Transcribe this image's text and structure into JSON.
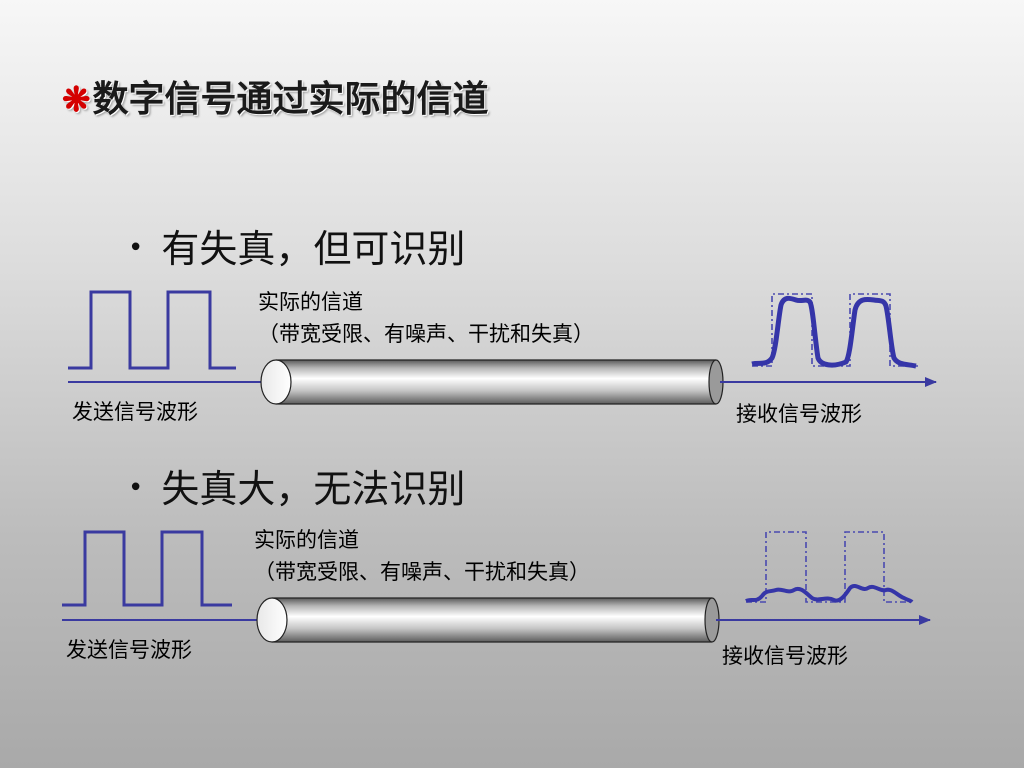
{
  "slide": {
    "title_star": "❋",
    "title": "数字信号通过实际的信道"
  },
  "sections": [
    {
      "bullet": "有失真，但可识别",
      "channel_line1": "实际的信道",
      "channel_line2": "（带宽受限、有噪声、干扰和失真）",
      "send_label": "发送信号波形",
      "recv_label": "接收信号波形"
    },
    {
      "bullet": "失真大，无法识别",
      "channel_line1": "实际的信道",
      "channel_line2": "（带宽受限、有噪声、干扰和失真）",
      "send_label": "发送信号波形",
      "recv_label": "接收信号波形"
    }
  ],
  "colors": {
    "signal": "#3a3aa0",
    "received": "#3535a8"
  }
}
